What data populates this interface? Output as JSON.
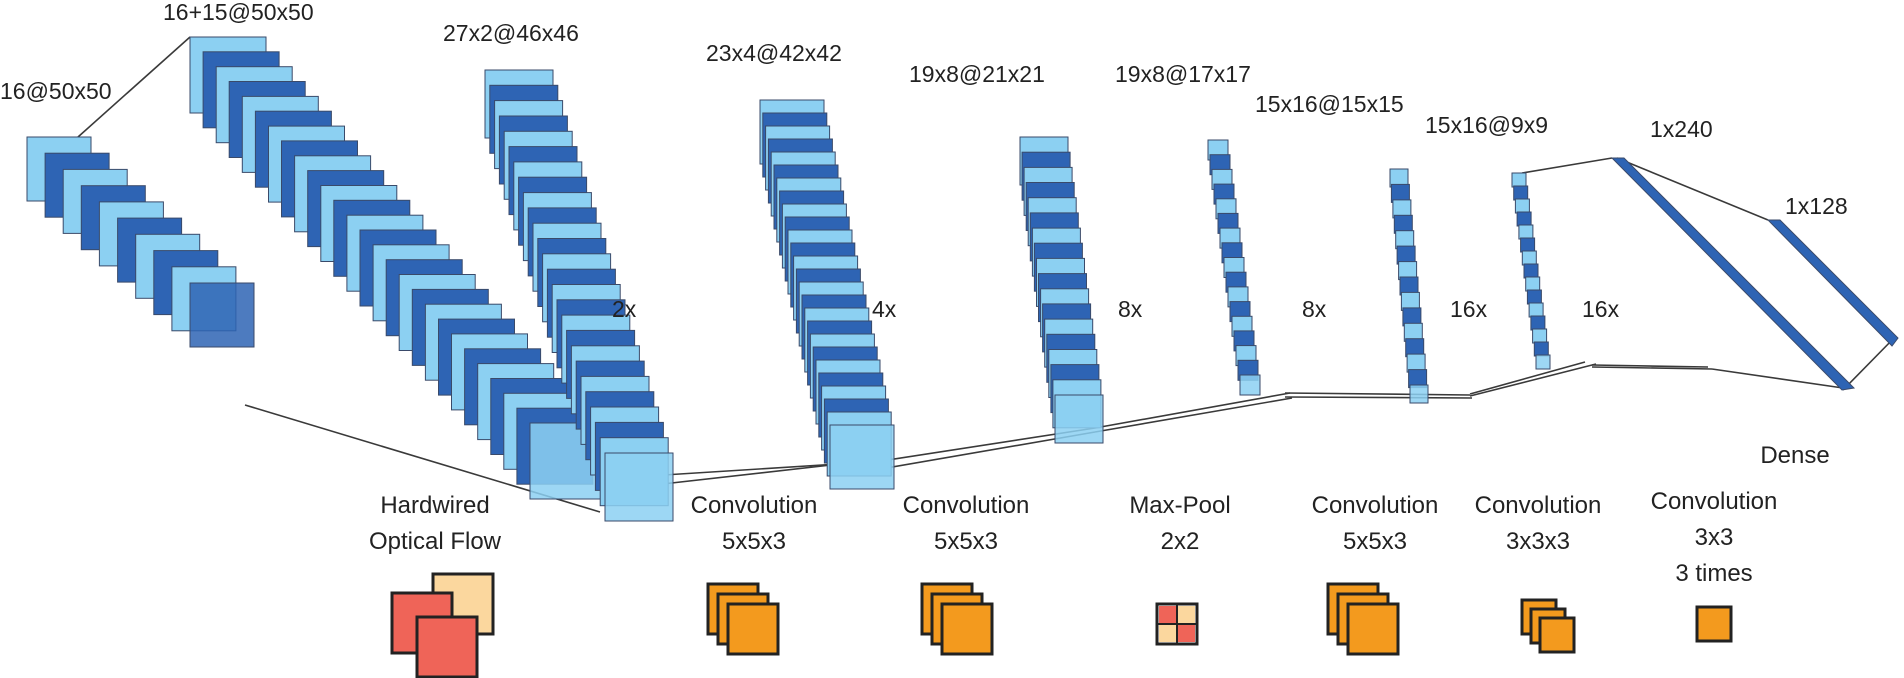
{
  "colors": {
    "map_light": "#8cd0f2",
    "map_dark": "#2e64b4",
    "map_edge": "#3a4a6a",
    "link": "#3a3a3a",
    "icon_red": "#ef6458",
    "icon_peach": "#fbd79e",
    "icon_orange": "#f39a1e",
    "icon_edge": "#222222"
  },
  "stages": [
    {
      "dim_label": "16@50x50"
    },
    {
      "dim_label": "16+15@50x50"
    },
    {
      "dim_label": "27x2@46x46",
      "mult_label": "2x"
    },
    {
      "dim_label": "23x4@42x42",
      "mult_label": "4x"
    },
    {
      "dim_label": "19x8@21x21",
      "mult_label": "8x"
    },
    {
      "dim_label": "19x8@17x17",
      "mult_label": "8x"
    },
    {
      "dim_label": "15x16@15x15",
      "mult_label": "16x"
    },
    {
      "dim_label": "15x16@9x9",
      "mult_label": "16x"
    }
  ],
  "dense": [
    {
      "dim_label": "1x240"
    },
    {
      "dim_label": "1x128"
    }
  ],
  "dense_label": "Dense",
  "operations": [
    {
      "line1": "Hardwired",
      "line2": "Optical Flow",
      "icon": "optical-flow-icon"
    },
    {
      "line1": "Convolution",
      "line2": "5x5x3",
      "icon": "conv-stack-icon"
    },
    {
      "line1": "Convolution",
      "line2": "5x5x3",
      "icon": "conv-stack-icon"
    },
    {
      "line1": "Max-Pool",
      "line2": "2x2",
      "icon": "maxpool-grid-icon"
    },
    {
      "line1": "Convolution",
      "line2": "5x5x3",
      "icon": "conv-stack-icon"
    },
    {
      "line1": "Convolution",
      "line2": "3x3x3",
      "icon": "conv-small-stack-icon"
    },
    {
      "line1": "Convolution",
      "line2": "3x3",
      "line3": "3 times",
      "icon": "single-kernel-icon"
    }
  ]
}
